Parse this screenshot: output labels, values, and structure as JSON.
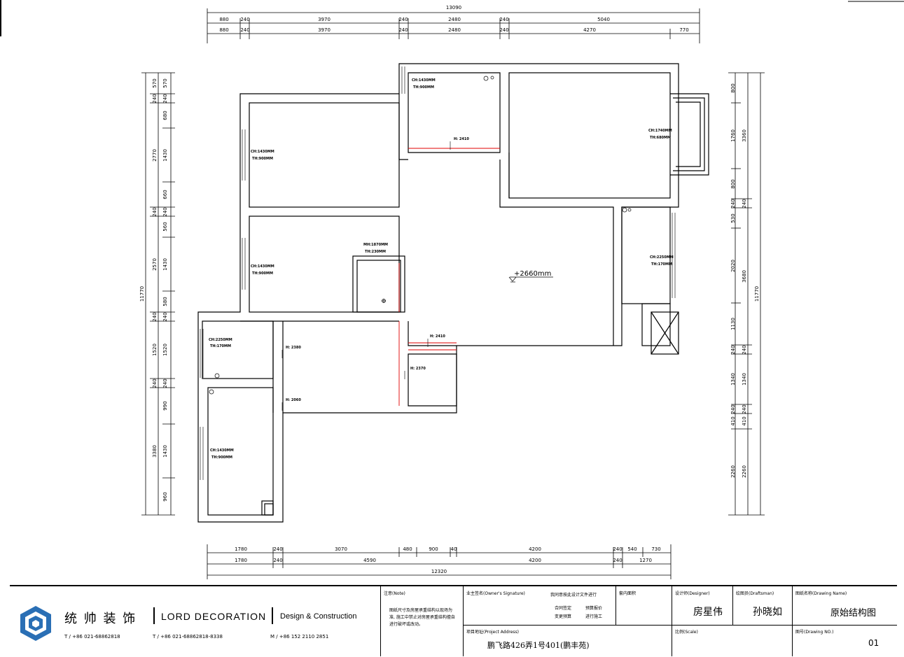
{
  "drawing": {
    "dims_top": {
      "total": "13090",
      "row1": [
        "880",
        "240",
        "3970",
        "240",
        "2480",
        "240",
        "5040"
      ],
      "row2": [
        "880",
        "240",
        "3970",
        "240",
        "2480",
        "240",
        "4270",
        "770"
      ]
    },
    "dims_bottom": {
      "total": "12320",
      "row1": [
        "1780",
        "240",
        "3070",
        "480",
        "900",
        "40",
        "4200",
        "240",
        "540",
        "730"
      ],
      "row2": [
        "1780",
        "240",
        "4590",
        "4200",
        "240",
        "1270"
      ]
    },
    "dims_left": {
      "total": "11770",
      "outer": [
        "2770",
        "240",
        "2570",
        "240",
        "1520",
        "240",
        "3380"
      ],
      "inner": [
        "570",
        "240",
        "680",
        "1430",
        "660",
        "240",
        "560",
        "1430",
        "580",
        "240",
        "1520",
        "240",
        "990",
        "1430",
        "960"
      ]
    },
    "dims_right": {
      "total": "11770",
      "outer": [
        "3360",
        "240",
        "3680",
        "240",
        "1340",
        "240",
        "410",
        "2260"
      ],
      "inner": [
        "800",
        "1760",
        "800",
        "240",
        "530",
        "2020",
        "1130",
        "240",
        "1340",
        "240",
        "410",
        "2260"
      ]
    },
    "room_labels": [
      [
        "CH:1430MM",
        "TH:900MM"
      ],
      [
        "CH:1430MM",
        "TH:900MM"
      ],
      [
        "CH:1740MM",
        "TH:680MM"
      ],
      [
        "CH:1430MM",
        "TH:900MM"
      ],
      [
        "CH:1430MM",
        "TH:900MM"
      ],
      [
        "CH:2250MM",
        "TH:170MM"
      ],
      [
        "CH:2250MM",
        "TH:170MM"
      ],
      [
        "MH:1870MM",
        "TH:230MM"
      ]
    ],
    "heights": [
      "H: 2410",
      "H: 2410",
      "H: 2370",
      "H: 2380",
      "H: 2060"
    ],
    "elevation": "+2660mm"
  },
  "titleblock": {
    "brand_cn": "统 帅 装 饰",
    "brand_en": "LORD DECORATION",
    "tagline": "Design & Construction",
    "phones": [
      "T / +86 021-68862818",
      "T / +86 021-68862818-8338",
      "M / +86 152 2110 2851"
    ],
    "note_label": "注意(Note)",
    "note_text": "图纸尺寸及房屋承重结构以现场为准, 施工中禁止对房屋承重结构擅自进行破坏或改动。",
    "owner_label": "业主签名(Owner's Signature)",
    "agree_text": "我同意按此设计文件进行",
    "owner_items": [
      "合同签定",
      "预算报价",
      "变更预算",
      "进行施工"
    ],
    "area_label": "套内面积",
    "address_label": "项目地址(Project Address)",
    "address_value": "鹏飞路426弄1号401(鹏丰苑)",
    "designer_label": "设计师(Designer)",
    "designer_value": "房星伟",
    "draftsman_label": "绘图员(Draftsman)",
    "draftsman_value": "孙晓如",
    "drawing_name_label": "图纸名称(Drawing Name)",
    "drawing_name_value": "原始结构图",
    "scale_label": "比例(Scale)",
    "drawing_no_label": "图号(Drawing NO.)",
    "drawing_no_value": "01"
  },
  "colors": {
    "accent_red": "#e00000",
    "logo_blue": "#2a6fb5"
  }
}
